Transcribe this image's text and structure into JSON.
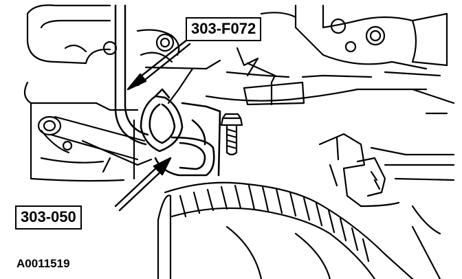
{
  "callouts": {
    "tool_top": "303-F072",
    "tool_bottom": "303-050"
  },
  "figure_id": "A0011519",
  "colors": {
    "ink": "#000000",
    "paper": "#ffffff"
  }
}
